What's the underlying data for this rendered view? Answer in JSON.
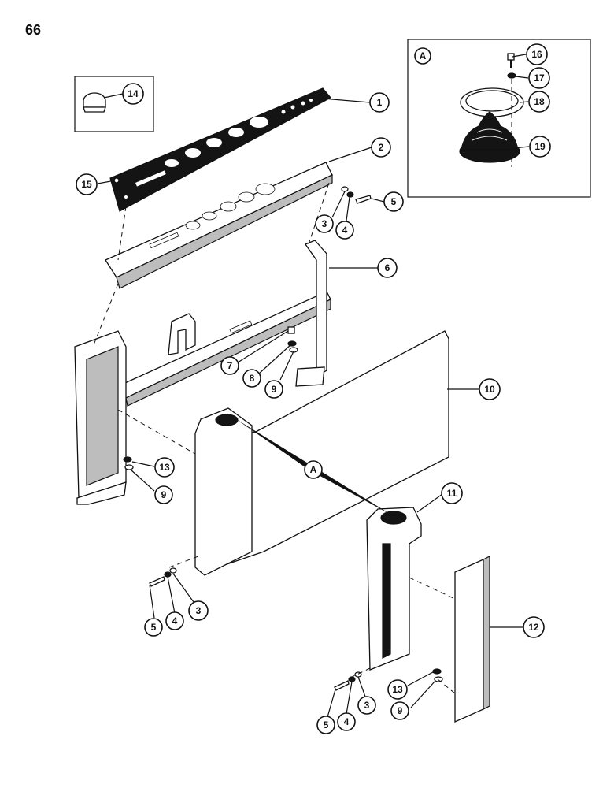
{
  "page": {
    "number": "66"
  },
  "detail": {
    "label": "A"
  },
  "callouts": [
    {
      "id": "c1",
      "text": "1"
    },
    {
      "id": "c2",
      "text": "2"
    },
    {
      "id": "c3a",
      "text": "3"
    },
    {
      "id": "c4a",
      "text": "4"
    },
    {
      "id": "c5a",
      "text": "5"
    },
    {
      "id": "c6",
      "text": "6"
    },
    {
      "id": "c7",
      "text": "7"
    },
    {
      "id": "c8",
      "text": "8"
    },
    {
      "id": "c9a",
      "text": "9"
    },
    {
      "id": "c10",
      "text": "10"
    },
    {
      "id": "c11",
      "text": "11"
    },
    {
      "id": "c12",
      "text": "12"
    },
    {
      "id": "c13a",
      "text": "13"
    },
    {
      "id": "c9b",
      "text": "9"
    },
    {
      "id": "c14",
      "text": "14"
    },
    {
      "id": "c15",
      "text": "15"
    },
    {
      "id": "c16",
      "text": "16"
    },
    {
      "id": "c17",
      "text": "17"
    },
    {
      "id": "c18",
      "text": "18"
    },
    {
      "id": "c19",
      "text": "19"
    },
    {
      "id": "c5b",
      "text": "5"
    },
    {
      "id": "c4b",
      "text": "4"
    },
    {
      "id": "c3b",
      "text": "3"
    },
    {
      "id": "c5c",
      "text": "5"
    },
    {
      "id": "c4c",
      "text": "4"
    },
    {
      "id": "c3c",
      "text": "3"
    },
    {
      "id": "c13b",
      "text": "13"
    },
    {
      "id": "c9c",
      "text": "9"
    },
    {
      "id": "cA1",
      "text": "A"
    },
    {
      "id": "cA2",
      "text": "A"
    }
  ]
}
